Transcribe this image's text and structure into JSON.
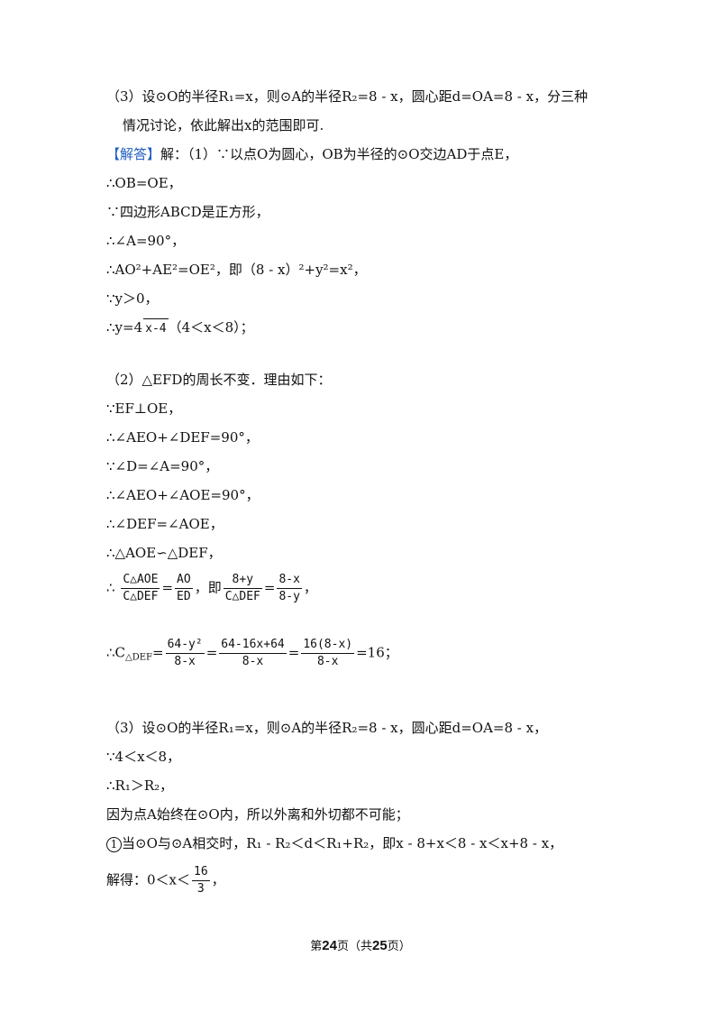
{
  "hint3": {
    "l1": "（3）设⊙O的半径R₁=x，则⊙A的半径R₂=8 - x，圆心距d=OA=8 - x，分三种",
    "l2": "情况讨论，依此解出x的范围即可."
  },
  "answer": {
    "label": "【解答】",
    "l1": "解：（1）∵以点O为圆心，OB为半径的⊙O交边AD于点E，",
    "l2": "∴OB=OE，",
    "l3": "∵四边形ABCD是正方形，",
    "l4": "∴∠A=90°，",
    "l5": "∴AO²+AE²=OE²，即（8 - x）²+y²=x²，",
    "l6": "∵y＞0，",
    "l7a": "∴y=4",
    "l7b": "x-4",
    "l7c": "（4＜x＜8）；"
  },
  "part2": {
    "l1": "（2）△EFD的周长不变．理由如下：",
    "l2": "∵EF⊥OE，",
    "l3": "∴∠AEO+∠DEF=90°，",
    "l4": "∵∠D=∠A=90°，",
    "l5": "∴∠AEO+∠AOE=90°，",
    "l6": "∴∠DEF=∠AOE，",
    "l7": "∴△AOE∽△DEF，",
    "f1_pre": "∴",
    "f1_num": "C△AOE",
    "f1_den": "C△DEF",
    "f1_eq": "=",
    "f2_num": "AO",
    "f2_den": "ED",
    "f2_mid": "，即",
    "f3_num": "8+y",
    "f3_den": "C△DEF",
    "f3_eq": "=",
    "f4_num": "8-x",
    "f4_den": "8-y",
    "f4_end": "，",
    "c_pre": "∴C",
    "c_sub": "△DEF",
    "c_eq": "=",
    "g1_num": "64-y²",
    "g1_den": "8-x",
    "g2_num": "64-16x+64",
    "g2_den": "8-x",
    "g3_num": "16(8-x)",
    "g3_den": "8-x",
    "c_end": "=16；"
  },
  "part3": {
    "l1": "（3）设⊙O的半径R₁=x，则⊙A的半径R₂=8 - x，圆心距d=OA=8 - x，",
    "l2": "∵4＜x＜8，",
    "l3": "∴R₁＞R₂，",
    "l4": "因为点A始终在⊙O内，所以外离和外切都不可能；",
    "l5_circle": "1",
    "l5": "当⊙O与⊙A相交时，R₁ - R₂＜d＜R₁+R₂，即x - 8+x＜8 - x＜x+8 - x，",
    "l6_pre": "解得：0＜x＜",
    "l6_num": "16",
    "l6_den": "3",
    "l6_end": "，"
  },
  "footer": {
    "p1": "第",
    "page": "24",
    "p2": "页（共",
    "total": "25",
    "p3": "页）"
  }
}
